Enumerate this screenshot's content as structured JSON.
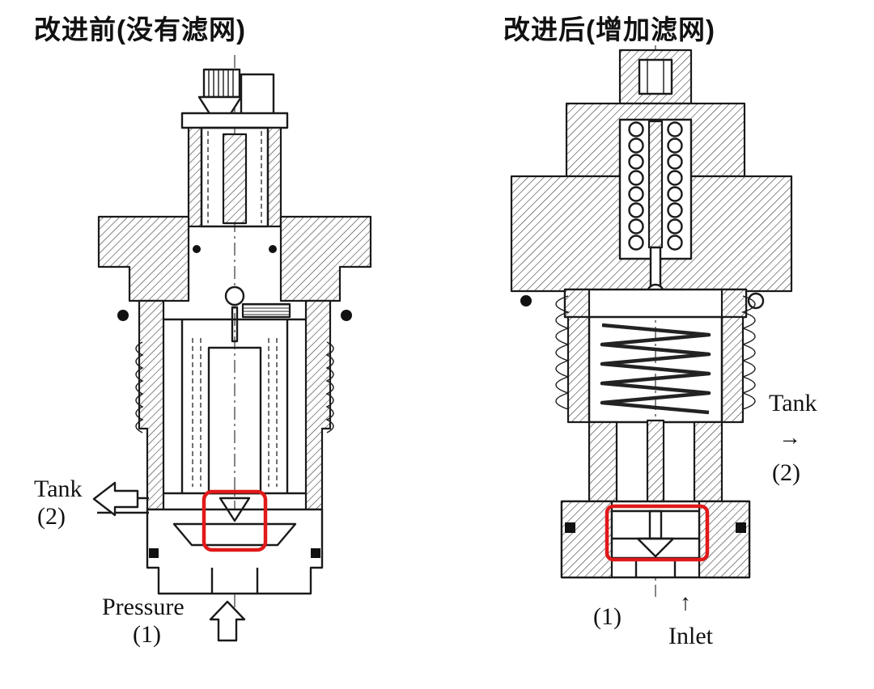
{
  "page": {
    "background": "#ffffff"
  },
  "titles": {
    "before": "改进前(没有滤网)",
    "after": "改进后(增加滤网)"
  },
  "left_valve": {
    "tank_label": "Tank",
    "tank_num": "(2)",
    "pressure_label": "Pressure",
    "pressure_num": "(1)"
  },
  "right_valve": {
    "tank_label": "Tank",
    "tank_arrow": "→",
    "tank_num": "(2)",
    "inlet_num": "(1)",
    "inlet_arrow": "↑",
    "inlet_label": "Inlet"
  },
  "colors": {
    "highlight": "#e11919",
    "line": "#1a1a1a",
    "background": "#ffffff"
  }
}
